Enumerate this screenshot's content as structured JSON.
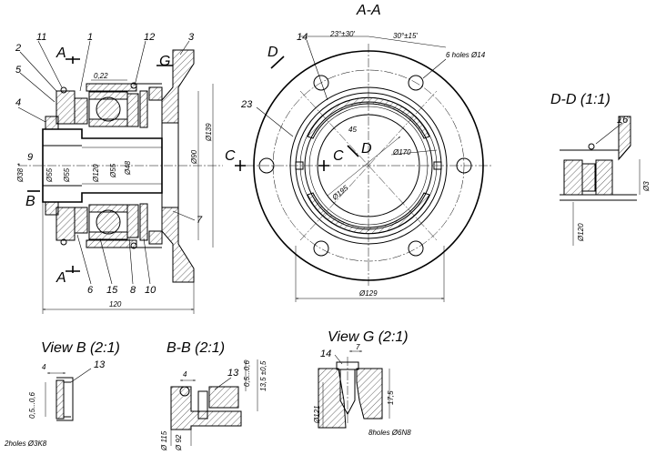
{
  "titles": {
    "section_aa": "A-A",
    "section_dd": "D-D (1:1)",
    "view_b": "View B (2:1)",
    "section_bb": "B-B (2:1)",
    "view_g": "View G (2:1)"
  },
  "section_letters": {
    "a_top": "A",
    "a_bottom": "A",
    "b": "B",
    "g": "G",
    "c_left": "C",
    "c_right": "C",
    "d_top": "D",
    "d_center": "D"
  },
  "part_numbers": {
    "p1": "1",
    "p2": "2",
    "p3": "3",
    "p4": "4",
    "p5": "5",
    "p6": "6",
    "p7": "7",
    "p8": "8",
    "p9": "9",
    "p10": "10",
    "p11": "11",
    "p12": "12",
    "p13_view_b": "13",
    "p13_bb": "13",
    "p14_aa": "14",
    "p14_g": "14",
    "p15": "15",
    "p16": "16",
    "p23": "23"
  },
  "main_view_dims": {
    "gap": "0,22",
    "d38": "Ø38 *",
    "d55_bore": "Ø55",
    "d55_inner": "Ø55",
    "d120": "Ø120",
    "d55_shaft": "Ø55",
    "d48": "Ø48",
    "d90": "Ø90",
    "d139": "Ø139",
    "length": "120"
  },
  "aa_dims": {
    "angle1": "23°±30'",
    "angle2": "30°±15'",
    "holes": "6 holes Ø14",
    "d170": "Ø170",
    "d195": "Ø195",
    "angle45": "45",
    "d129": "Ø129"
  },
  "dd_dims": {
    "d120": "Ø120",
    "d3": "Ø3"
  },
  "view_b_dims": {
    "width": "4",
    "depth": "0,5...0,6",
    "holes": "2holes Ø3K8"
  },
  "bb_dims": {
    "width": "4",
    "depth": "0,5...0,6",
    "height": "13,5 ±0,5",
    "d115": "Ø 115",
    "d92": "Ø 92"
  },
  "view_g_dims": {
    "width": "7",
    "height": "17,5",
    "d121": "Ø121",
    "holes": "8holes Ø6N8"
  }
}
